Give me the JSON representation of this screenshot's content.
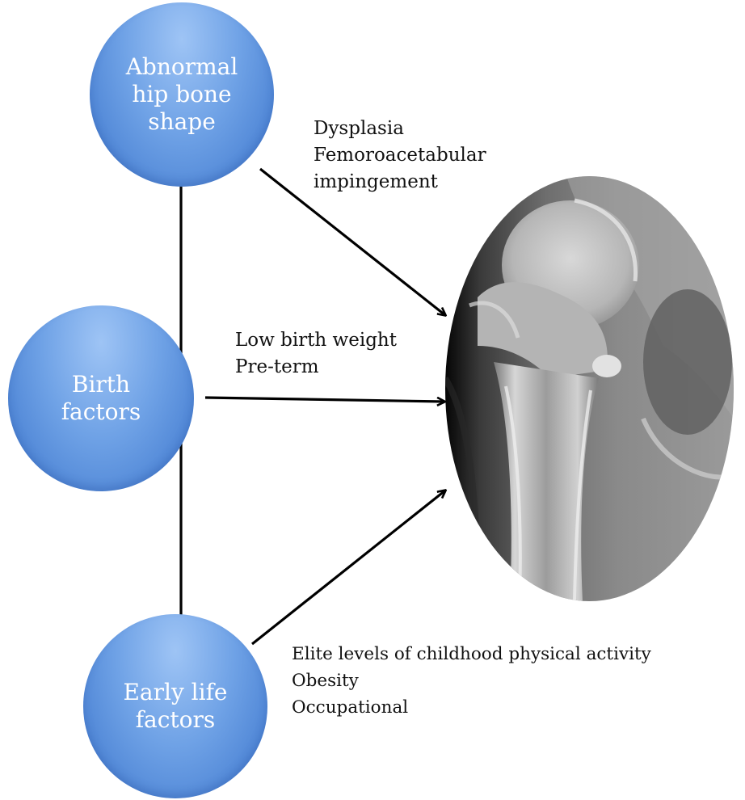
{
  "nodes": {
    "hip_bone_shape": {
      "label": "Abnormal\nhip bone\nshape"
    },
    "birth_factors": {
      "label": "Birth\nfactors"
    },
    "early_life_factors": {
      "label": "Early life\nfactors"
    }
  },
  "factor_lists": {
    "hip_bone_shape": [
      "Dysplasia",
      "Femoroacetabular",
      "impingement"
    ],
    "birth_factors": [
      "Low birth weight",
      "Pre-term"
    ],
    "early_life_factors": [
      "Elite levels of childhood physical activity",
      "Obesity",
      "Occupational"
    ]
  },
  "image": {
    "icon": "hip-xray-image"
  },
  "colors": {
    "node_fill": "#5b93dc",
    "node_fill_light": "#9ec4f5",
    "node_text": "#ffffff",
    "arrow": "#000000",
    "text": "#111111"
  }
}
